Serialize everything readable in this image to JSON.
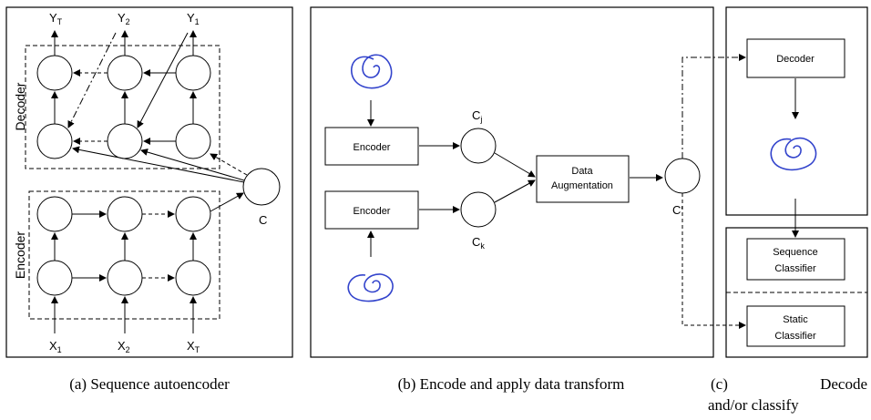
{
  "panel_a": {
    "outputs": [
      "Y",
      "Y",
      "Y"
    ],
    "output_subs": [
      "T",
      "2",
      "1"
    ],
    "inputs": [
      "X",
      "X",
      "X"
    ],
    "input_subs": [
      "1",
      "2",
      "T"
    ],
    "decoder_label": "Decoder",
    "encoder_label": "Encoder",
    "context_label": "C",
    "caption": "(a) Sequence autoencoder"
  },
  "panel_b": {
    "encoder_top_label": "Encoder",
    "encoder_bottom_label": "Encoder",
    "cj": "C",
    "cj_sub": "j",
    "ck": "C",
    "ck_sub": "k",
    "aug_line1": "Data",
    "aug_line2": "Augmentation",
    "c_prime": "C′",
    "caption": "(b) Encode and apply data transform"
  },
  "panel_c": {
    "decoder_label": "Decoder",
    "seq_line1": "Sequence",
    "seq_line2": "Classifier",
    "static_line1": "Static",
    "static_line2": "Classifier",
    "caption_line1_a": "(c)",
    "caption_line1_b": "Decode",
    "caption_line2": "and/or classify"
  },
  "colors": {
    "ink": "#000000",
    "handwriting": "#3344cc"
  }
}
